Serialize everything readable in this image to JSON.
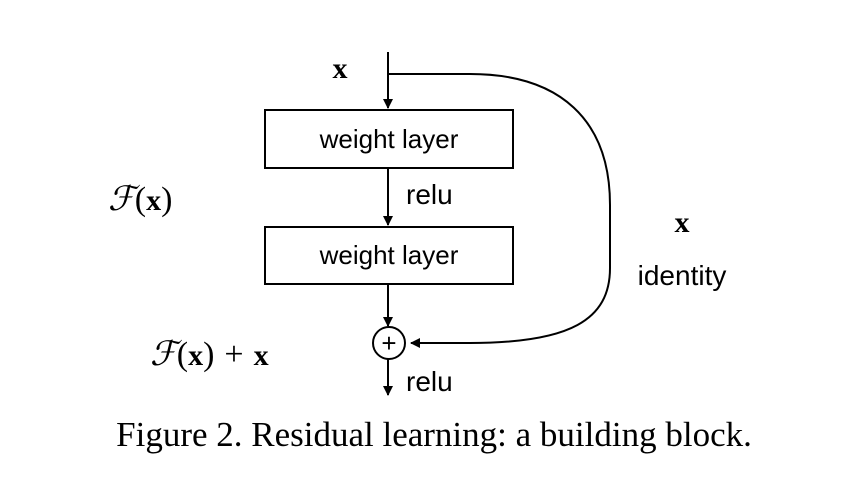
{
  "diagram": {
    "input_label": "x",
    "layers": [
      {
        "label": "weight layer"
      },
      {
        "label": "weight layer"
      }
    ],
    "activation_between_layers": "relu",
    "activation_output": "relu",
    "residual_function_label": "ℱ(x)",
    "residual_function_parts": {
      "script_f": "ℱ",
      "open": "(",
      "x": "x",
      "close": ")"
    },
    "sum_label_parts": {
      "script_f": "ℱ",
      "open": "(",
      "x": "x",
      "close": ")",
      "plus": "+",
      "x2": "x"
    },
    "identity_x_label": "x",
    "identity_label": "identity",
    "sum_symbol": "+"
  },
  "caption": "Figure 2. Residual learning: a building block."
}
